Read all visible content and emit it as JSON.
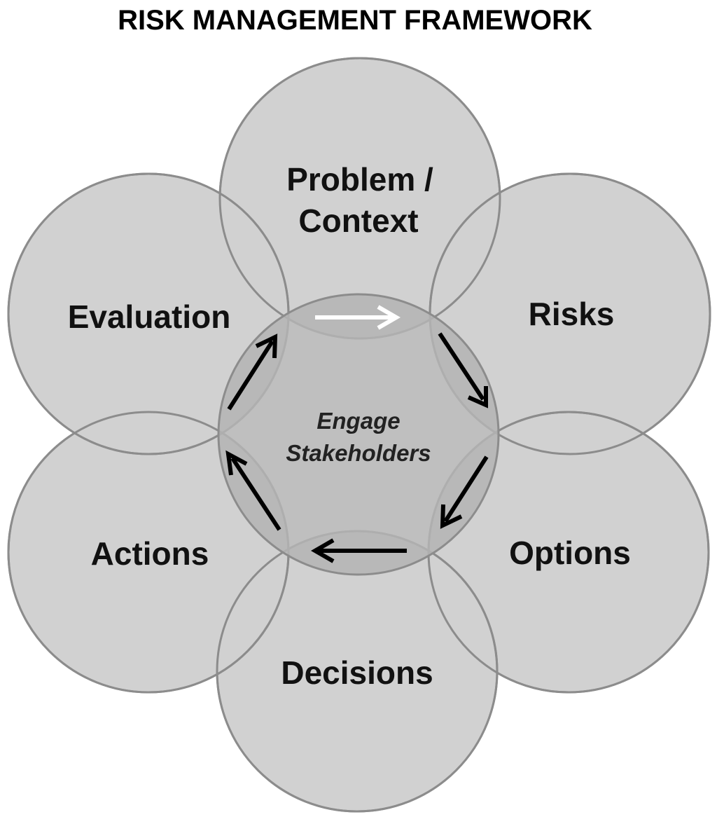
{
  "title": "RISK MANAGEMENT FRAMEWORK",
  "center": {
    "line1": "Engage",
    "line2": "Stakeholders"
  },
  "stages": [
    {
      "line1": "Problem /",
      "line2": "Context"
    },
    {
      "line1": "Risks"
    },
    {
      "line1": "Options"
    },
    {
      "line1": "Decisions"
    },
    {
      "line1": "Actions"
    },
    {
      "line1": "Evaluation"
    }
  ],
  "colors": {
    "petal_fill": "#d1d1d1",
    "petal_stroke": "#8c8c8c",
    "center_fill": "#b4b4b4",
    "arrow_dark": "#000000",
    "arrow_light": "#ffffff"
  }
}
